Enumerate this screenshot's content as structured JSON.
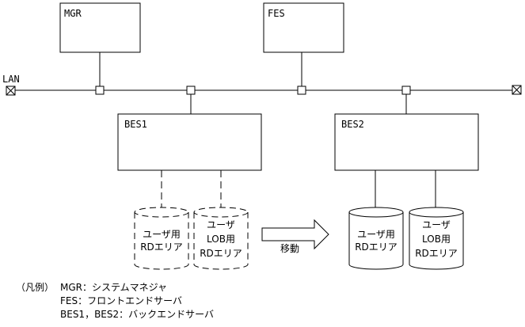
{
  "nodes": {
    "mgr": "MGR",
    "fes": "FES",
    "bes1": "BES1",
    "bes2": "BES2",
    "lan": "LAN"
  },
  "storage": {
    "bes1_user_rd": [
      "ユーザ用",
      "RDエリア"
    ],
    "bes1_user_lob": [
      "ユーザ",
      "LOB用",
      "RDエリア"
    ],
    "bes2_user_rd": [
      "ユーザ用",
      "RDエリア"
    ],
    "bes2_user_lob": [
      "ユーザ",
      "LOB用",
      "RDエリア"
    ]
  },
  "arrow_label": "移動",
  "legend": {
    "heading": "（凡例）",
    "items": [
      "MGR：システムマネジャ",
      "FES：フロントエンドサーバ",
      "BES1，BES2：バックエンドサーバ"
    ]
  }
}
